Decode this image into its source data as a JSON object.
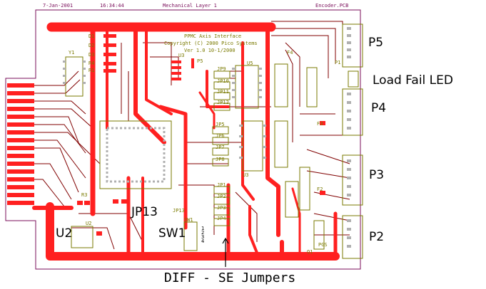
{
  "header": {
    "date": "7-Jan-2001",
    "time": "16:34:44",
    "layer": "Mechanical Layer 1",
    "file": "Encoder.PCB"
  },
  "board_text": {
    "line1": "PPMC Axis Interface",
    "line2": "Copyright (C) 2000 Pico Systems",
    "line3": "Ver 1.0 10-1/2000"
  },
  "callouts": {
    "p5": "P5",
    "load_fail": "Load Fail LED",
    "p4": "P4",
    "p3": "P3",
    "p2": "P2",
    "u2": "U2",
    "jp13": "JP13",
    "sw1": "SW1",
    "diff_se": "DIFF - SE Jumpers"
  },
  "designators": {
    "y1": "Y1",
    "d1": "D1",
    "d2": "D2",
    "d3": "D3",
    "r4": "R4",
    "r1": "R1",
    "u3": "U3",
    "p5": "P5",
    "u5": "U5",
    "f4": "F4",
    "jp9": "JP9",
    "jp10": "JP10",
    "jp11": "JP11",
    "jp12": "JP12",
    "jp5": "JP5",
    "jp6": "JP6",
    "jp7": "JP7",
    "jp8": "JP8",
    "jp1": "JP1",
    "jp2": "JP2",
    "jp3": "JP3",
    "jp4": "JP4",
    "u3b": "U3",
    "f3": "F3",
    "f2": "F2",
    "p1": "P1",
    "q1": "Q1",
    "jp13": "JP13",
    "sw1": "SW1",
    "u2": "U2",
    "r3": "R3",
    "pgs": "PGS",
    "jumper_nums": "1 2 3 4"
  },
  "colors": {
    "trace_top": "#ff2020",
    "trace_bottom": "#800000",
    "silkscreen": "#7a7a00",
    "board_outline": "#7a0e5a",
    "pads": "#b0b0b0"
  }
}
